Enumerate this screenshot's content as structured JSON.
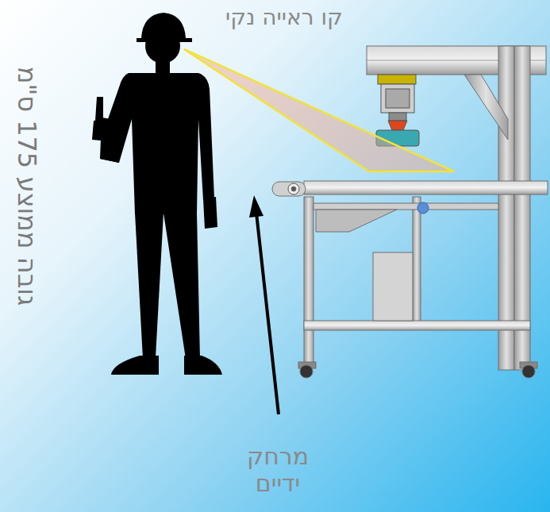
{
  "diagram": {
    "labels": [
      "קו ראייה נקי",
      "גובה ממוצע 175 ס\"מ",
      "מרחק ידיים"
    ]
  }
}
